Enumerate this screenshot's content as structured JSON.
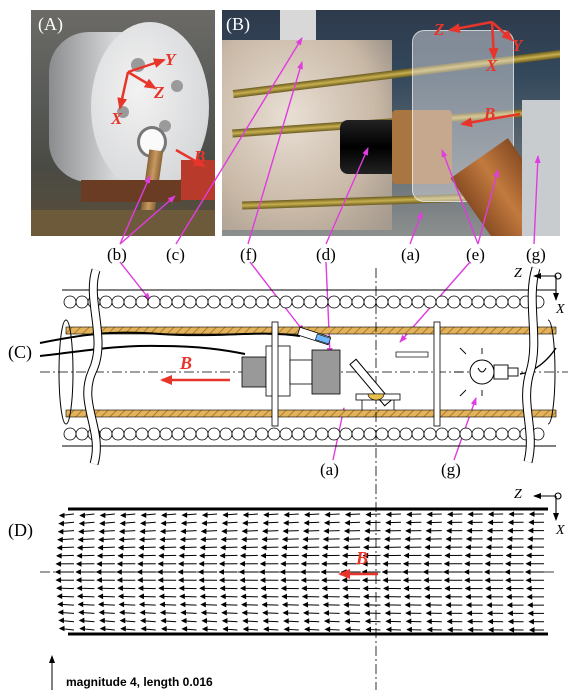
{
  "panels": {
    "A": "(A)",
    "B": "(B)",
    "C": "(C)",
    "D": "(D)"
  },
  "photo_axes": {
    "A": {
      "x": "X",
      "y": "Y",
      "z": "Z",
      "b": "B"
    },
    "B": {
      "x": "X",
      "y": "Y",
      "z": "Z",
      "b": "B"
    }
  },
  "part_labels": {
    "a": "(a)",
    "b": "(b)",
    "c": "(c)",
    "d": "(d)",
    "e": "(e)",
    "f": "(f)",
    "g": "(g)"
  },
  "diagram": {
    "field_label": "B",
    "axis_z": "Z",
    "axis_x": "X"
  },
  "field_plot": {
    "field_label": "B",
    "axis_z": "Z",
    "axis_x": "X",
    "scale_caption": "magnitude 4, length  0.016"
  },
  "colors": {
    "annotation_pink": "#e03ce0",
    "field_red": "#e8352b",
    "wood": "#d9a84a"
  }
}
